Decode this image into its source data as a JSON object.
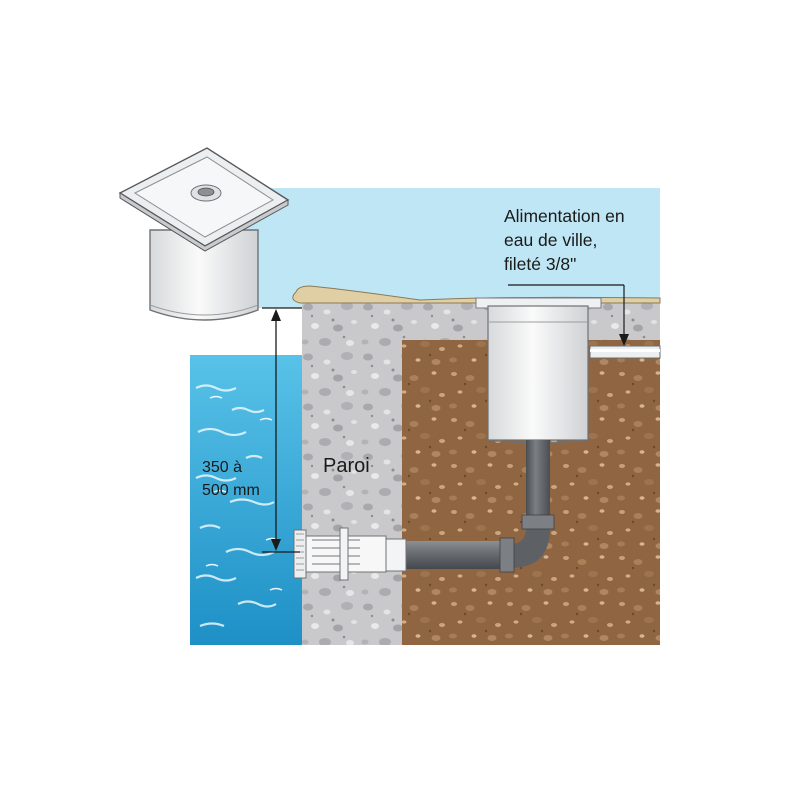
{
  "labels": {
    "water_feed": [
      "Alimentation en",
      "eau de ville,",
      "fileté 3/8\""
    ],
    "height_range": [
      "350 à",
      "500 mm"
    ],
    "wall": "Paroi"
  },
  "colors": {
    "sky": "#bfe6f4",
    "pool_water": "#2fa8d8",
    "concrete": "#c9c9cb",
    "soil": "#8f6542",
    "coping": "#e0cfa4",
    "pipe": "#6f7378",
    "skimmer_body": "#f1f2f3"
  }
}
